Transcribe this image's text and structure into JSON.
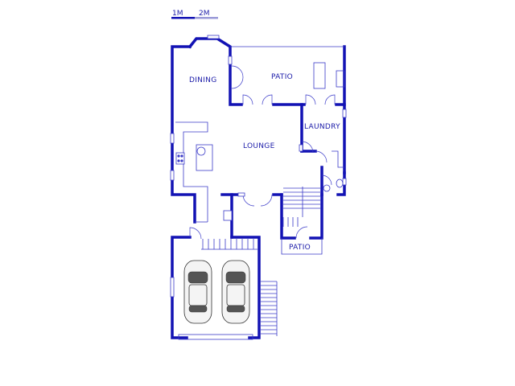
{
  "scale_bar": {
    "label_1": "1M",
    "label_2": "2M"
  },
  "rooms": {
    "dining": "DINING",
    "patio_top": "PATIO",
    "laundry": "LAUNDRY",
    "lounge": "LOUNGE",
    "patio_bottom": "PATIO"
  },
  "colors": {
    "wall": "#1212b4",
    "line": "#3a3ac8",
    "text": "#1a1aa8"
  }
}
